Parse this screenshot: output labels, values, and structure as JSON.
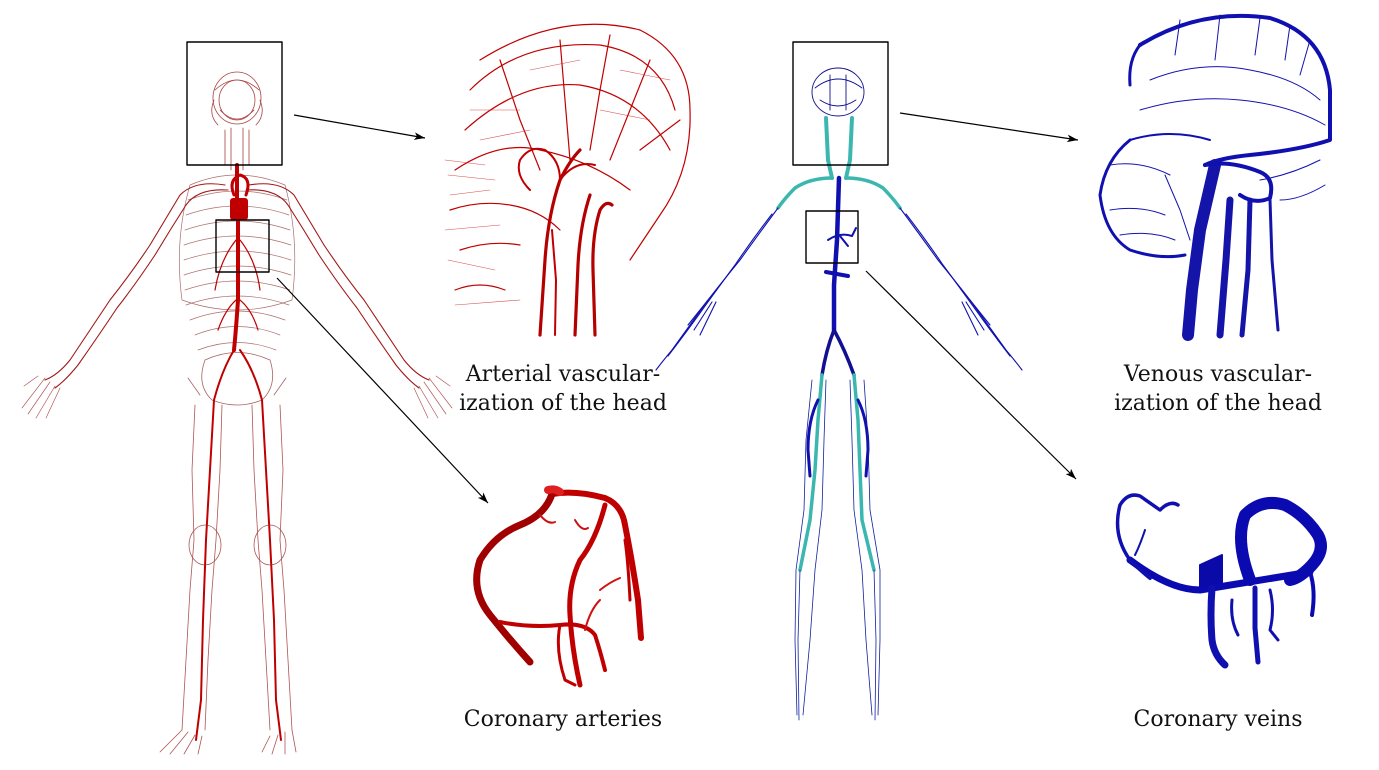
{
  "captions": {
    "arterial_head": [
      "Arterial vascular-",
      "ization of the head"
    ],
    "coronary_arteries": "Coronary arteries",
    "venous_head": [
      "Venous vascular-",
      "ization of the head"
    ],
    "coronary_veins": "Coronary veins"
  },
  "colors": {
    "artery": "#c00000",
    "artery_light": "#e01010",
    "artery_dark": "#7a0000",
    "vein": "#1010b0",
    "vein_dark": "#00006a",
    "vein_teal": "#3bb7b0"
  },
  "icons": [
    "arterial-body-figure",
    "venous-body-figure",
    "head-arteries-detail",
    "head-veins-detail",
    "coronary-arteries-detail",
    "coronary-veins-detail"
  ]
}
